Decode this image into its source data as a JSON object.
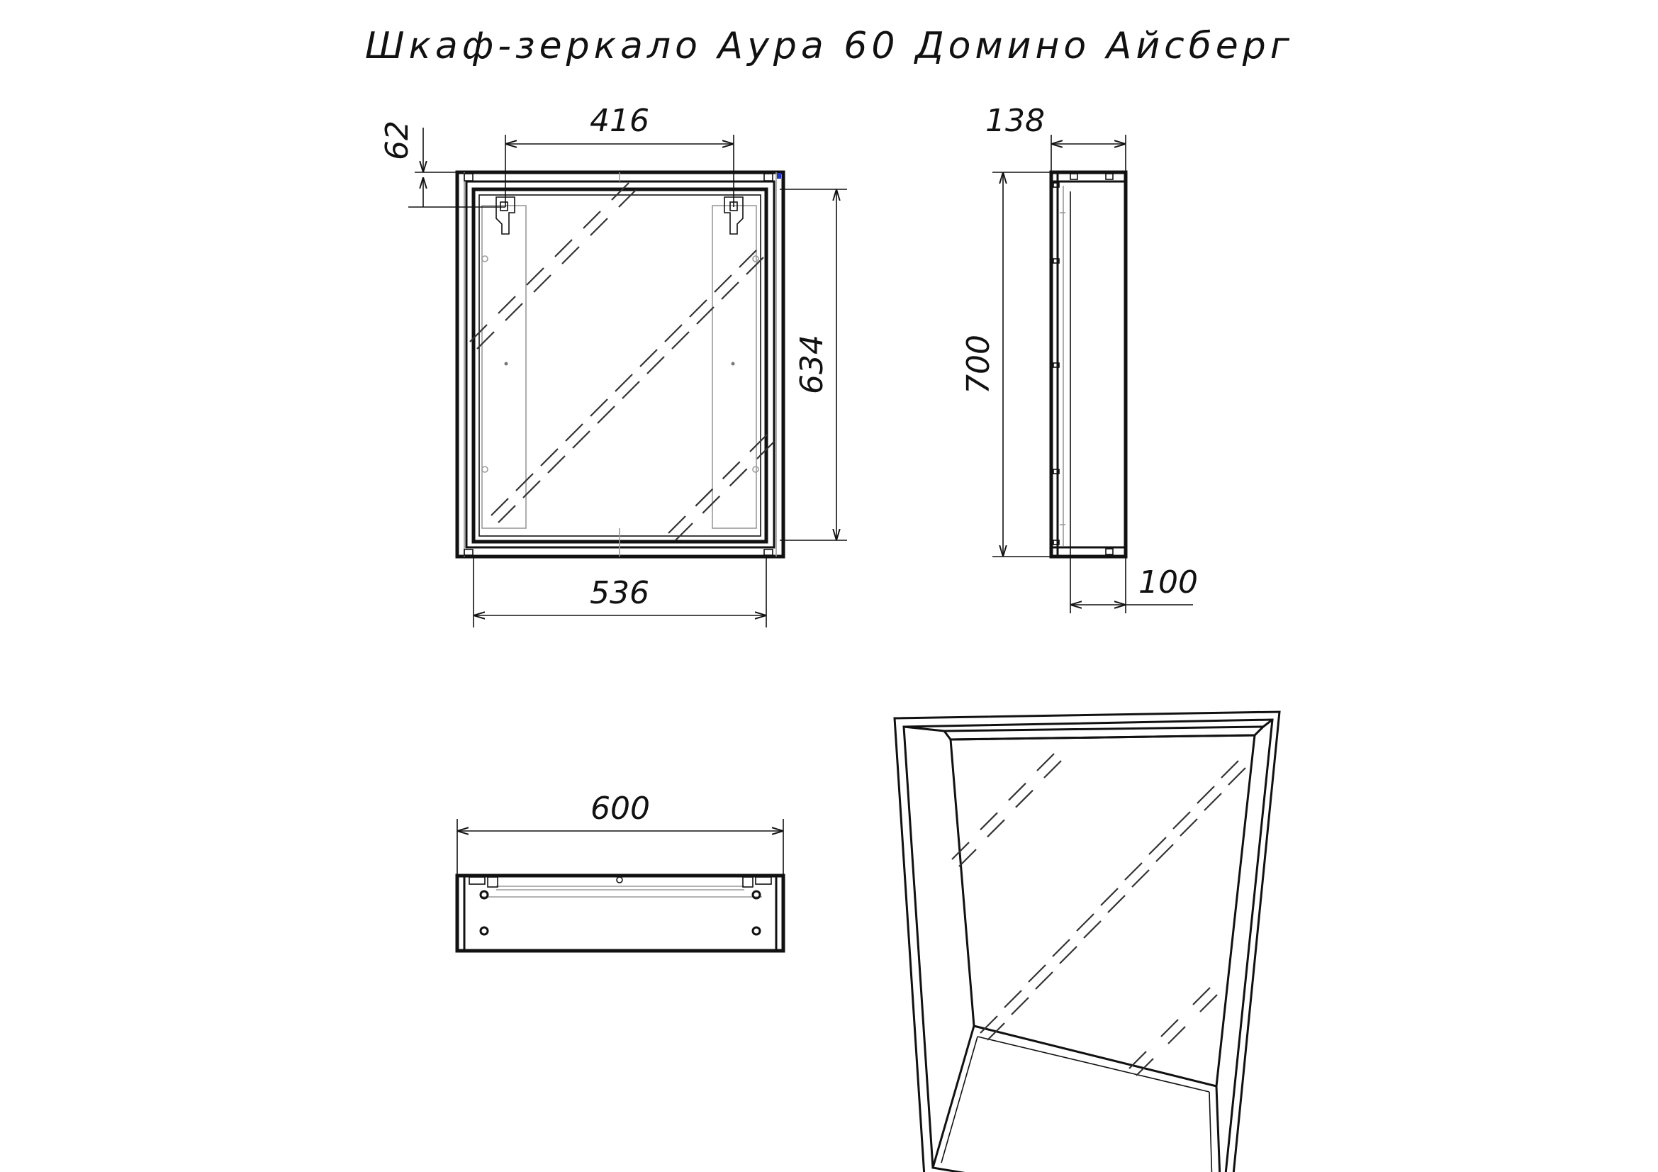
{
  "title": "Шкаф-зеркало Аура 60 Домино Айсберг",
  "dimensions": {
    "hook_spacing": "416",
    "top_offset": "62",
    "inner_height": "634",
    "inner_width": "536",
    "depth": "138",
    "height": "700",
    "shelf_depth": "100",
    "width": "600"
  },
  "colors": {
    "line": "#111111",
    "hidden": "#9a9a9a",
    "marker": "#2233cc"
  }
}
